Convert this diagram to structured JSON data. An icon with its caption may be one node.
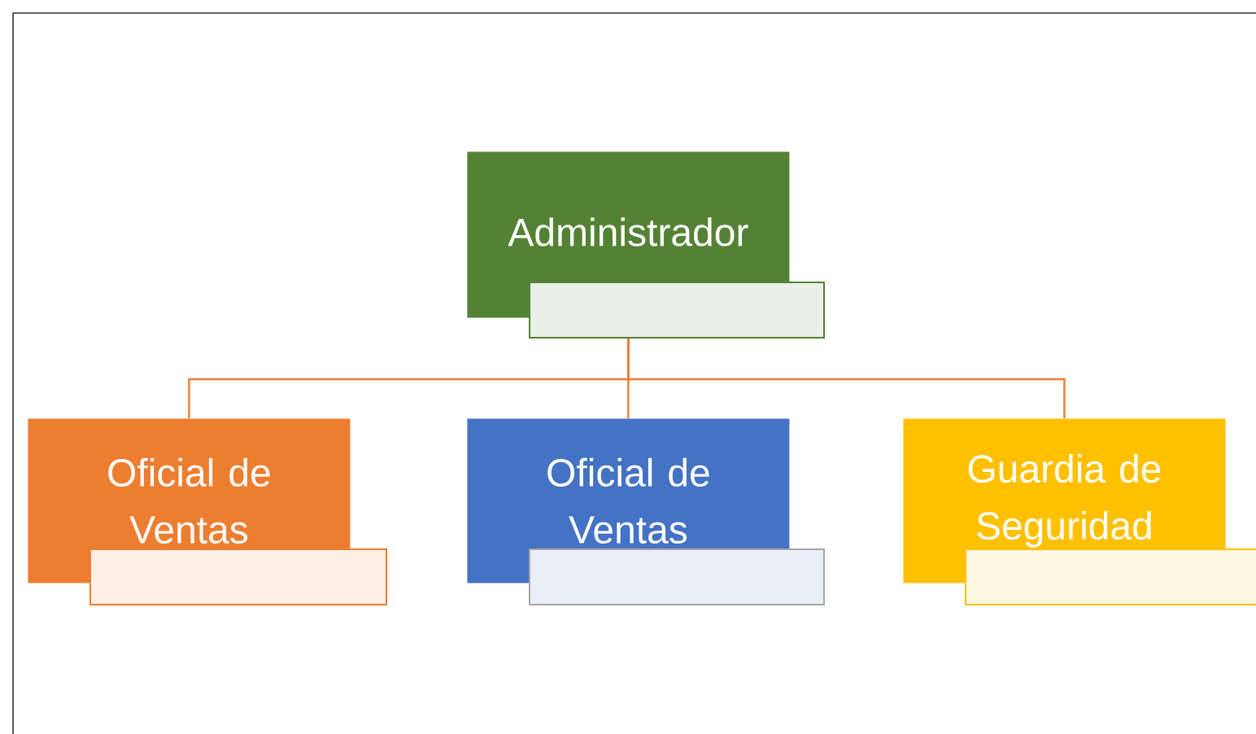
{
  "diagram": {
    "nodes": [
      {
        "text": [
          "Administrador"
        ]
      },
      {
        "text": [],
        "shape": "box"
      },
      {
        "text": [
          "Oficial de Ventas"
        ]
      },
      {
        "text": [],
        "shape": "box"
      },
      {
        "text": [
          "Oficial de Ventas"
        ]
      },
      {
        "text": [],
        "shape": "box"
      },
      {
        "text": [
          "Guardia de Seguridad"
        ]
      },
      {
        "text": [],
        "shape": "box"
      }
    ],
    "edges": [
      {
        "from": 1,
        "to": 2,
        "arrow": "none"
      },
      {
        "from": 1,
        "to": 4,
        "arrow": "none"
      },
      {
        "from": 1,
        "to": 6,
        "arrow": "none"
      }
    ]
  }
}
